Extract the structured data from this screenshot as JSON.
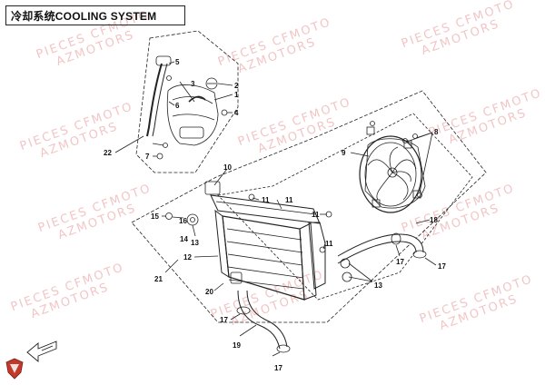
{
  "header": {
    "title": "冷却系统COOLING SYSTEM"
  },
  "watermarks": [
    {
      "line1": "PIECES CFMOTO",
      "line2": "AZMOTORS"
    }
  ],
  "callouts": [
    "1",
    "2",
    "3",
    "4",
    "5",
    "6",
    "7",
    "8",
    "9",
    "10",
    "11",
    "11",
    "11",
    "11",
    "12",
    "13",
    "13",
    "14",
    "15",
    "16",
    "17",
    "17",
    "17",
    "17",
    "18",
    "19",
    "20",
    "21",
    "22"
  ],
  "colors": {
    "watermark": "#f2c6c6",
    "line": "#222222",
    "logo": "#c0392b"
  },
  "icons": {
    "direction_arrow": "forward-arrow-icon",
    "brand_logo": "shield-logo-icon"
  }
}
